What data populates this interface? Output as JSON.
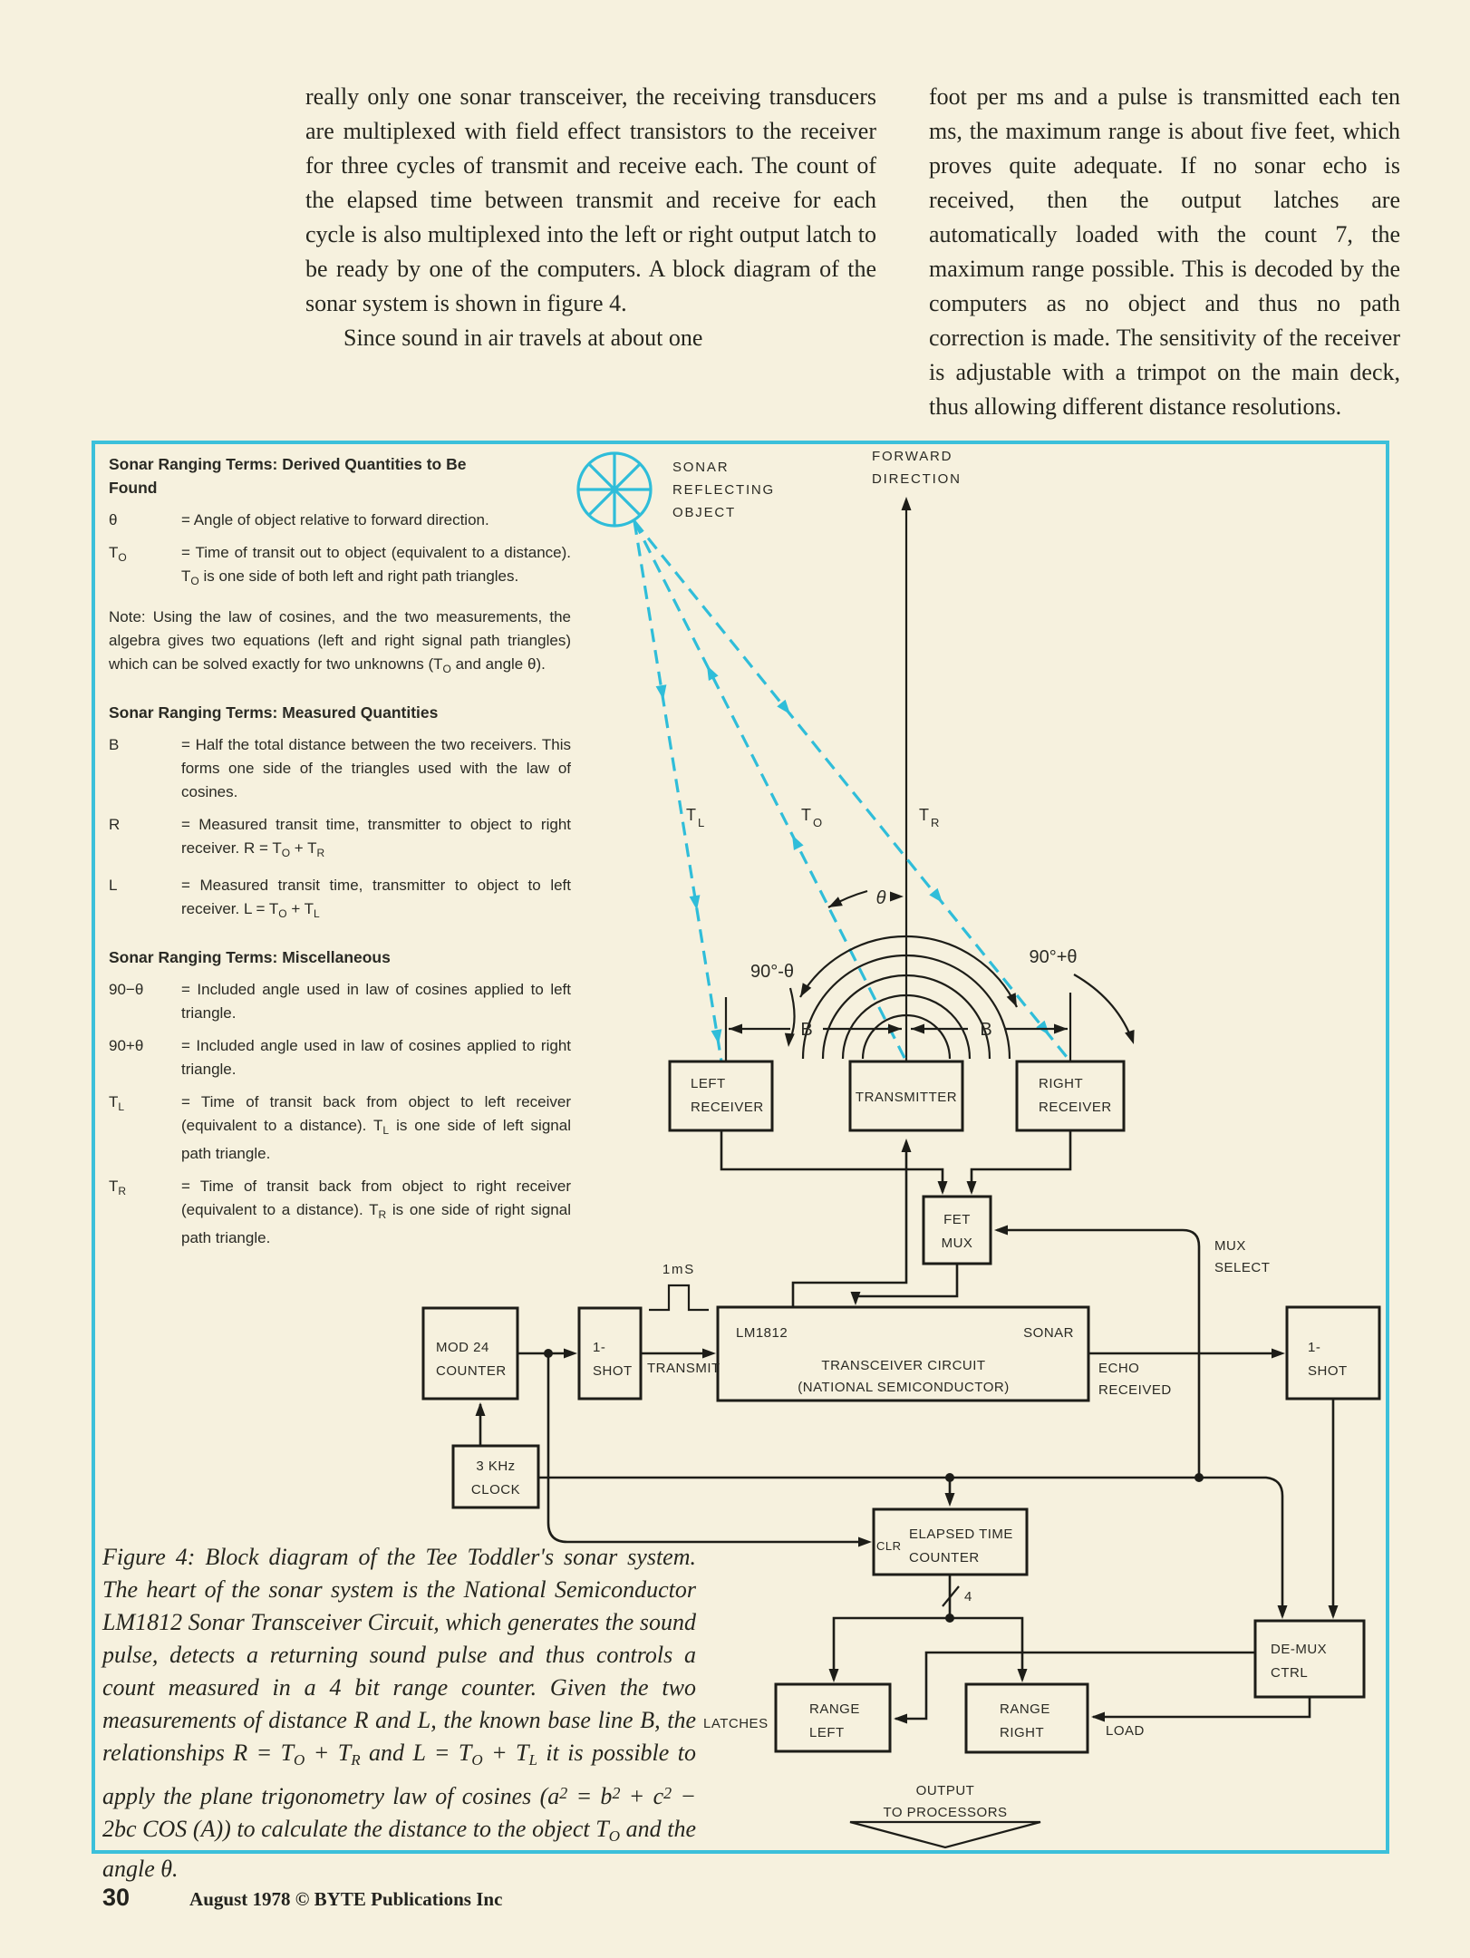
{
  "colors": {
    "background": "#f6f1de",
    "ink": "#23231e",
    "accent_cyan": "#2fbdd9",
    "panel_border": "#3cc0da"
  },
  "article": {
    "col_left_p1": "really only one sonar transceiver, the receiving transducers are multiplexed with field effect transistors to the receiver for three cycles of transmit and receive each. The count of the elapsed time between transmit and receive for each cycle is also multiplexed into the left or right output latch to be ready by one of the computers. A block diagram of the sonar system is shown in figure 4.",
    "col_left_p2": "Since sound in air travels at about one",
    "col_right_p1": "foot per ms and a pulse is transmitted each ten ms, the maximum range is about five feet, which proves quite adequate. If no sonar echo is received, then the output latches are automatically loaded with the count 7, the maximum range possible. This is decoded by the computers as no object and thus no path correction is made. The sensitivity of the receiver is adjustable with a trimpot on the main deck, thus allowing different distance resolutions."
  },
  "panel": {
    "s1_heading": "Sonar Ranging Terms: Derived Quantities to Be\nFound",
    "s1_t1_term": "θ",
    "s1_t1_def": "= Angle of object relative to forward direction.",
    "s1_t2_term": "T_{O}",
    "s1_t2_def": "= Time of transit out to object (equivalent to a distance). T_{O} is one side of both left and right path triangles.",
    "s1_note": "Note: Using the law of cosines, and the two measurements, the algebra gives two equations (left and right signal path triangles) which can be solved exactly for two unknowns (T_{O} and angle θ).",
    "s2_heading": "Sonar Ranging Terms: Measured Quantities",
    "s2_t1_term": "B",
    "s2_t1_def": "= Half the total distance between the two receivers. This forms one side of the triangles used with the law of cosines.",
    "s2_t2_term": "R",
    "s2_t2_def": "= Measured transit time, transmitter to object to right receiver.  R = T_{O} + T_{R}",
    "s2_t3_term": "L",
    "s2_t3_def": "= Measured transit time, transmitter to object to left receiver.  L = T_{O} + T_{L}",
    "s3_heading": "Sonar Ranging Terms: Miscellaneous",
    "s3_t1_term": "90−θ",
    "s3_t1_def": "= Included angle used in law of cosines applied to left triangle.",
    "s3_t2_term": "90+θ",
    "s3_t2_def": "= Included angle used in law of cosines applied to right triangle.",
    "s3_t3_term": "T_{L}",
    "s3_t3_def": "= Time of transit back from object to left receiver (equivalent to a distance). T_{L} is one side of left signal path triangle.",
    "s3_t4_term": "T_{R}",
    "s3_t4_def": "= Time of transit back from object to right receiver (equivalent to a distance). T_{R} is one side of right signal path triangle."
  },
  "caption": "Figure 4: Block diagram of the Tee Toddler's sonar system. The heart of the sonar system is the National Semiconductor LM1812 Sonar Transceiver Circuit, which generates the sound pulse, detects a returning sound pulse and thus controls a count measured in a 4 bit range counter. Given the two measurements of distance R and L, the known base line B, the relationships R = T_{O} + T_{R} and L = T_{O} + T_{L} it is possible to apply the plane trigonometry law of cosines (a^{2} = b^{2} + c^{2} − 2bc COS (A)) to calculate the distance to the object T_{O} and the angle θ.",
  "diagram": {
    "object_label": [
      "SONAR",
      "REFLECTING",
      "OBJECT"
    ],
    "forward_label": [
      "FORWARD",
      "DIRECTION"
    ],
    "ray_tl": {
      "main": "T",
      "sub": "L"
    },
    "ray_to": {
      "main": "T",
      "sub": "O"
    },
    "ray_tr": {
      "main": "T",
      "sub": "R"
    },
    "angle_theta": "θ",
    "angle_left": "90°-θ",
    "angle_right": "90°+θ",
    "b_left": "B",
    "b_right": "B",
    "pulse_label": "1mS",
    "boxes": {
      "left_receiver": [
        "LEFT",
        "RECEIVER"
      ],
      "transmitter": "TRANSMITTER",
      "right_receiver": [
        "RIGHT",
        "RECEIVER"
      ],
      "fet_mux": [
        "FET",
        "MUX"
      ],
      "mod24": [
        "MOD 24",
        "COUNTER"
      ],
      "one_shot_left": [
        "1-",
        "SHOT"
      ],
      "lm1812": {
        "tl": "LM1812",
        "tr": "SONAR",
        "l2": "TRANSCEIVER CIRCUIT",
        "l3": "(NATIONAL SEMICONDUCTOR)"
      },
      "one_shot_right": [
        "1-",
        "SHOT"
      ],
      "clock": [
        "3 KHz",
        "CLOCK"
      ],
      "elapsed": {
        "clr": "CLR",
        "l1": "ELAPSED TIME",
        "l2": "COUNTER"
      },
      "demux": [
        "DE-MUX",
        "CTRL"
      ],
      "range_left": [
        "RANGE",
        "LEFT"
      ],
      "range_right": [
        "RANGE",
        "RIGHT"
      ]
    },
    "wire_labels": {
      "transmit": "TRANSMIT",
      "echo": [
        "ECHO",
        "RECEIVED"
      ],
      "mux_select": [
        "MUX",
        "SELECT"
      ],
      "latches": "LATCHES",
      "load": "LOAD",
      "div4": "4"
    },
    "output_label": [
      "OUTPUT",
      "TO PROCESSORS"
    ]
  },
  "footer": {
    "page_number": "30",
    "publication": "August 1978 © BYTE Publications Inc"
  }
}
